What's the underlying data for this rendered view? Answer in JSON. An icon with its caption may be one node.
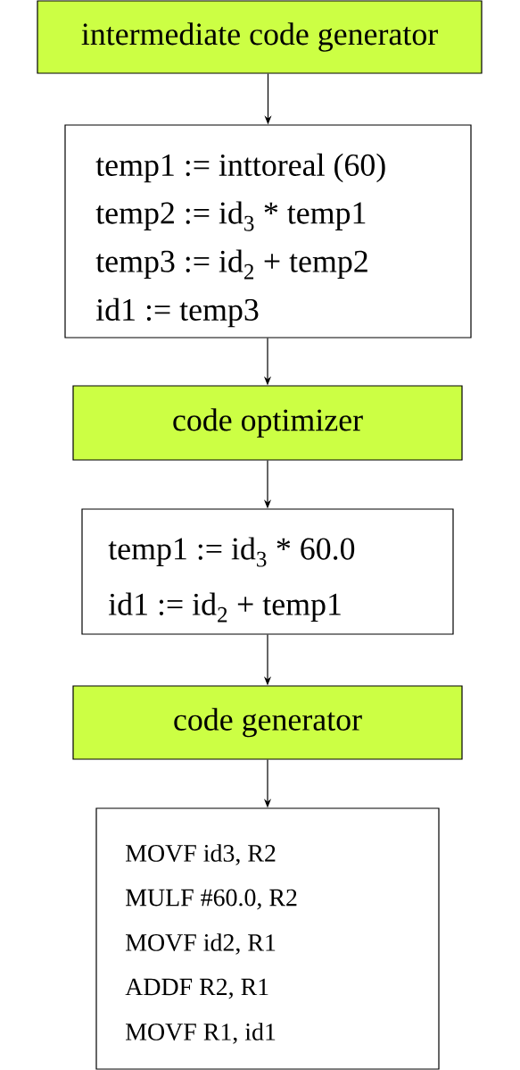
{
  "diagram": {
    "nodes": [
      {
        "text": [
          "intermediate code generator"
        ]
      },
      {
        "text": [
          "temp1 := inttoreal (60)",
          "temp2 := id$_{3}$ * temp1",
          "temp3 := id$_{2}$ + temp2",
          "id1 := temp3"
        ]
      },
      {
        "text": [
          "code optimizer"
        ]
      },
      {
        "text": [
          "temp1 := id$_{3}$ * 60.0",
          "id1 := id$_{2}$ + temp1"
        ]
      },
      {
        "text": [
          "code generator"
        ]
      },
      {
        "text": [
          "MOVF id3, R2",
          "MULF #60.0, R2",
          "MOVF id2, R1",
          "ADDF R2, R1",
          "MOVF R1, id1"
        ]
      }
    ],
    "edges": [
      {
        "from": 0,
        "to": 1,
        "arrow": "to"
      },
      {
        "from": 1,
        "to": 2,
        "arrow": "to"
      },
      {
        "from": 2,
        "to": 3,
        "arrow": "to"
      },
      {
        "from": 3,
        "to": 4,
        "arrow": "to"
      },
      {
        "from": 4,
        "to": 5,
        "arrow": "to"
      }
    ]
  }
}
